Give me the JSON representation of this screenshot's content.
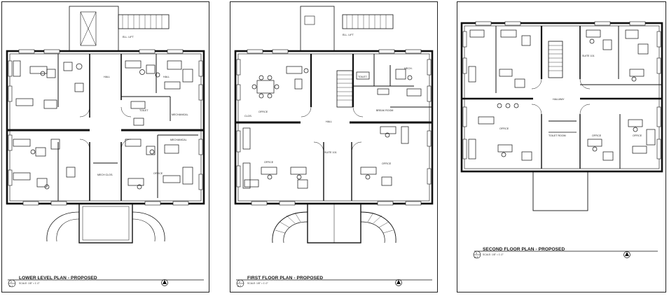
{
  "sheets": [
    {
      "title": "LOWER LEVEL PLAN - PROPOSED",
      "scale": "SCALE: 1/8\" = 1'-0\"",
      "tag_num": "2",
      "tag_sheet": "A-1",
      "rooms": {
        "hall_top": "HALL",
        "hall_right": "HALL",
        "toilet": "TOILET",
        "mechanical": "MECHANICAL",
        "mechanical2": "MECHANICAL",
        "mech_clos": "MECH CLOS.",
        "office": "OFFICE",
        "elev": "ELL. LIFT"
      }
    },
    {
      "title": "FIRST FLOOR PLAN - PROPOSED",
      "scale": "SCALE: 1/8\" = 1'-0\"",
      "tag_num": "2",
      "tag_sheet": "A-2",
      "rooms": {
        "office_left": "OFFICE",
        "clos": "CLOS.",
        "hall": "HALL",
        "suite": "SUITE 101",
        "office_bl": "OFFICE",
        "office_br": "OFFICE",
        "toilet": "TOILET",
        "mech": "MECH.",
        "break_room": "BREAK ROOM",
        "elev": "ELL. LIFT"
      }
    },
    {
      "title": "SECOND FLOOR PLAN - PROPOSED",
      "scale": "SCALE: 1/8\" = 1'-0\"",
      "tag_num": "3",
      "tag_sheet": "A-3",
      "rooms": {
        "suite": "SUITE 101",
        "hallway": "HALLWAY",
        "office_l": "OFFICE",
        "toilet": "TOILET ROOM",
        "office_r": "OFFICE",
        "office_rr": "OFFICE"
      }
    }
  ]
}
